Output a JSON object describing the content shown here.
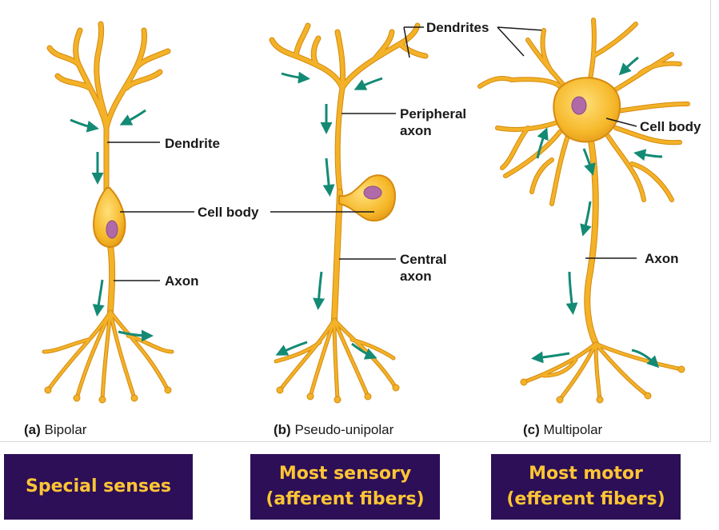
{
  "colors": {
    "neuron_fill": "#f6b82a",
    "neuron_edge": "#d58a10",
    "neuron_highlight": "#ffe07a",
    "nucleus": "#b06aa8",
    "arrow": "#138a74",
    "label_box_bg": "#2c0f57",
    "label_box_text": "#ffc534"
  },
  "labels": {
    "dendrite": "Dendrite",
    "cell_body_a": "Cell body",
    "axon_a": "Axon",
    "dendrites": "Dendrites",
    "peripheral_axon_1": "Peripheral",
    "peripheral_axon_2": "axon",
    "central_axon_1": "Central",
    "central_axon_2": "axon",
    "cell_body_c": "Cell body",
    "axon_c": "Axon"
  },
  "captions": [
    {
      "letter": "(a)",
      "text": "Bipolar"
    },
    {
      "letter": "(b)",
      "text": "Pseudo-unipolar"
    },
    {
      "letter": "(c)",
      "text": "Multipolar"
    }
  ],
  "boxes": [
    {
      "line1": "Special senses",
      "line2": ""
    },
    {
      "line1": "Most sensory",
      "line2": "(afferent fibers)"
    },
    {
      "line1": "Most motor",
      "line2": "(efferent fibers)"
    }
  ]
}
